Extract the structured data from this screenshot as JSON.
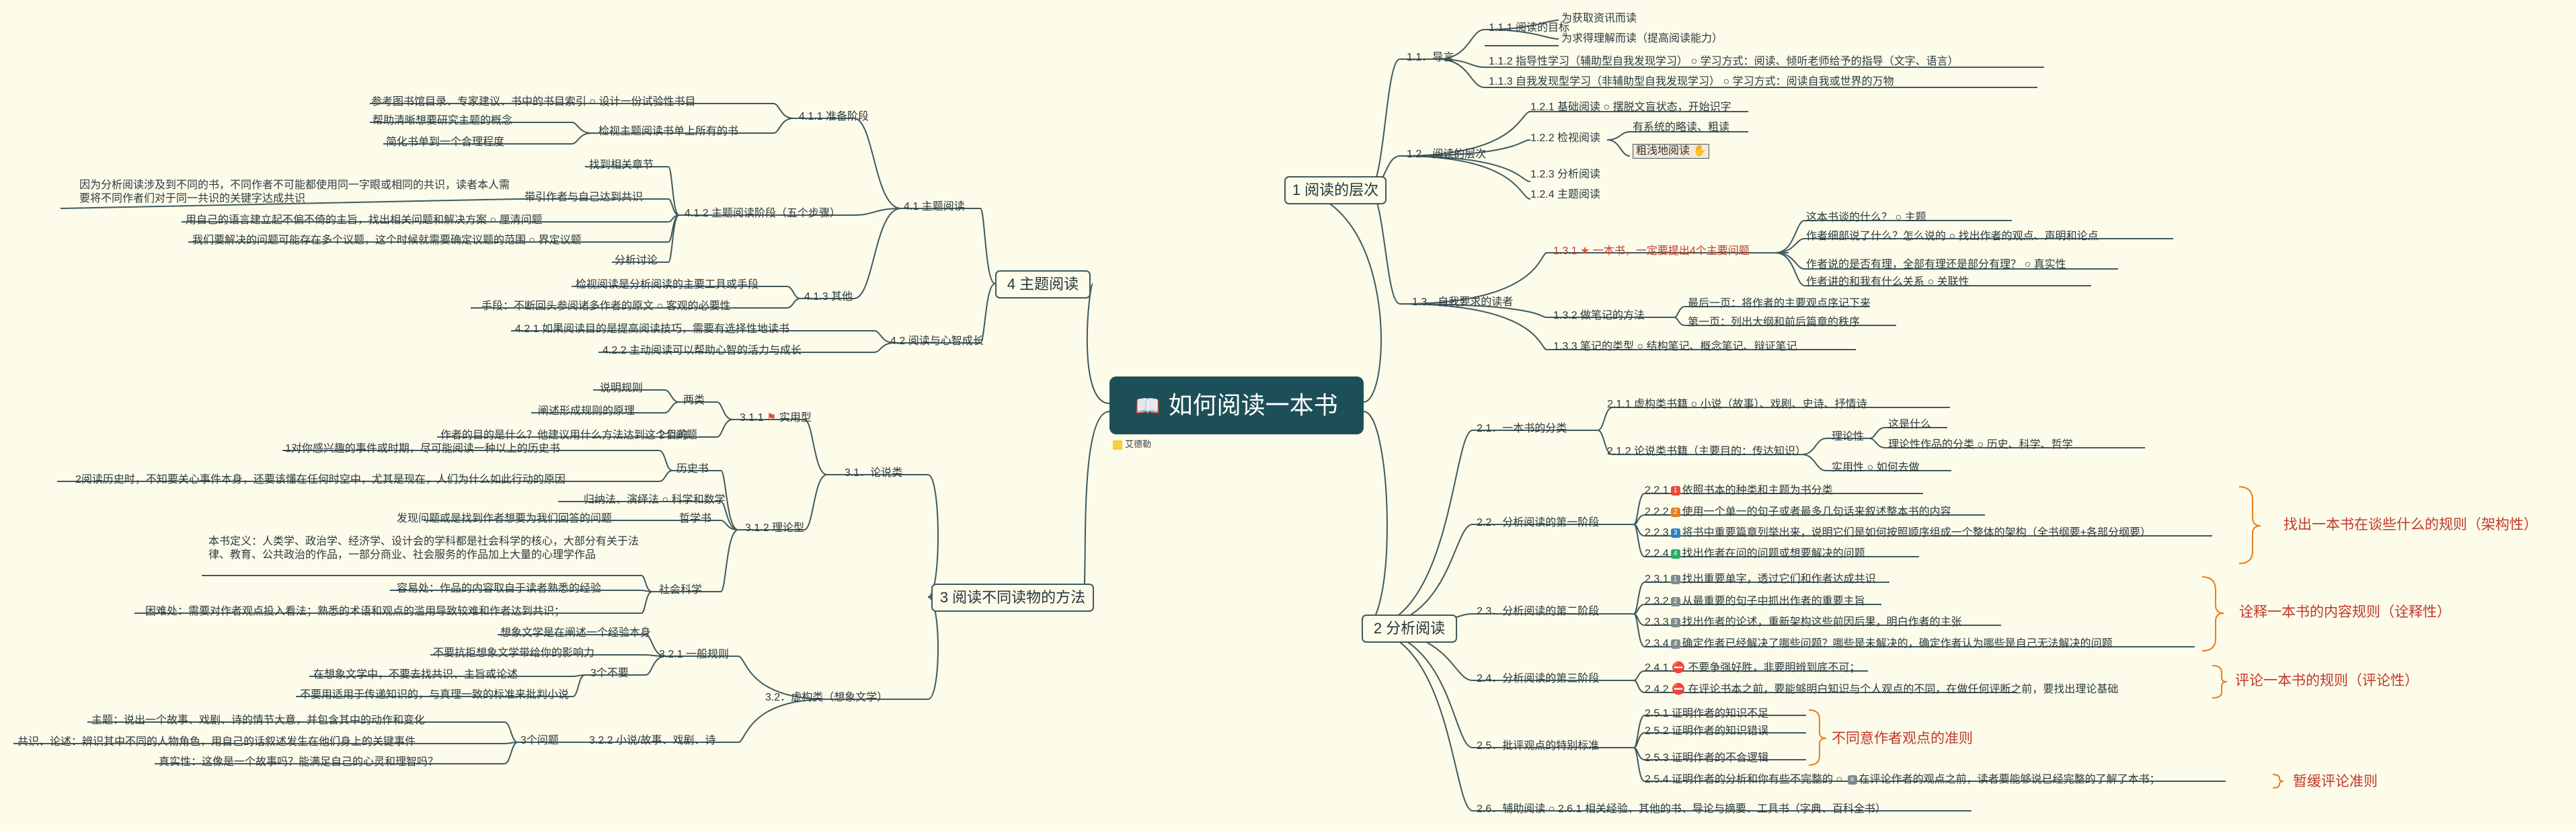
{
  "title": "如何阅读一本书",
  "sticker": "艾德勒",
  "b1": {
    "label": "1 阅读的层次",
    "n11": "1.1．导言",
    "n111": "1.1.1 阅读的目标",
    "n111a": "为获取资讯而读",
    "n111b": "为求得理解而读（提高阅读能力）",
    "n112": "1.1.2 指导性学习（辅助型自我发现学习）",
    "n112n": "学习方式：阅读、倾听老师给予的指导（文字、语言）",
    "n113": "1.1.3 自我发现型学习（非辅助型自我发现学习）",
    "n113n": "学习方式：阅读自我或世界的万物",
    "n12": "1.2．阅读的层次",
    "n121": "1.2.1 基础阅读",
    "n121n": "摆脱文盲状态，开始识字",
    "n122": "1.2.2 检视阅读",
    "n122a": "有系统的略读、粗读",
    "n122b": "粗浅地阅读",
    "n123": "1.2.3 分析阅读",
    "n124": "1.2.4 主题阅读",
    "n13": "1.3．自我要求的读者",
    "n131": "1.3.1",
    "n131t": "一本书，一定要提出4个主要问题",
    "q1": "这本书谈的什么？",
    "q1n": "主题",
    "q2": "作者细部说了什么？怎么说的",
    "q2n": "找出作者的观点、声明和论点",
    "q3": "作者说的是否有理，全部有理还是部分有理？",
    "q3n": "真实性",
    "q4": "作者讲的和我有什么关系",
    "q4n": "关联性",
    "n132": "1.3.2 做笔记的方法",
    "n132a": "最后一页：将作者的主要观点序记下来",
    "n132b": "第一页：列出大纲和前后篇章的秩序",
    "n133": "1.3.3 笔记的类型",
    "n133n": "结构笔记、概念笔记、辩证笔记"
  },
  "b2": {
    "label": "2 分析阅读",
    "n21": "2.1．一本书的分类",
    "n211": "2.1.1 虚构类书籍",
    "n211n": "小说（故事）、戏剧、史诗、抒情诗",
    "n212": "2.1.2 论说类书籍（主要目的：传达知识）",
    "th": "理论性",
    "th1": "这是什么",
    "th2": "理论性作品的分类",
    "th2n": "历史、科学、哲学",
    "pr": "实用性",
    "pr1": "如何去做",
    "n22": "2.2．分析阅读的第一阶段",
    "n221": "2.2.1",
    "n221t": "依照书本的种类和主题为书分类",
    "n222": "2.2.2",
    "n222t": "使用一个单一的句子或者最多几句话来叙述整本书的内容",
    "n223": "2.2.3",
    "n223t": "将书中重要篇章列举出来，说明它们是如何按照顺序组成一个整体的架构（全书纲要+各部分纲要）",
    "n224": "2.2.4",
    "n224t": "找出作者在问的问题或想要解决的问题",
    "s22": "找出一本书在谈些什么的规则（架构性）",
    "n23": "2.3．分析阅读的第二阶段",
    "n231": "2.3.1",
    "n231t": "找出重要单字，透过它们和作者达成共识",
    "n232": "2.3.2",
    "n232t": "从最重要的句子中抓出作者的重要主旨",
    "n233": "2.3.3",
    "n233t": "找出作者的论述，重新架构这些前因后果，明白作者的主张",
    "n234": "2.3.4",
    "n234t": "确定作者已经解决了哪些问题？哪些是未解决的，确定作者认为哪些是自己无法解决的问题",
    "s23": "诠释一本书的内容规则（诠释性）",
    "n24": "2.4．分析阅读的第三阶段",
    "n241": "2.4.1",
    "n241t": "不要争强好胜，非要明辨到底不可；",
    "n242": "2.4.2",
    "n242t": "在评论书本之前，要能够明白知识与个人观点的不同，在做任何评断之前，要找出理论基础",
    "s24": "评论一本书的规则（评论性）",
    "n25": "2.5．批评观点的特别标准",
    "n251": "2.5.1 证明作者的知识不足",
    "n252": "2.5.2 证明作者的知识错误",
    "n253": "2.5.3 证明作者的不合逻辑",
    "s25": "不同意作者观点的准则",
    "n254": "2.5.4 证明作者的分析和你有些不完整的",
    "n254t": "在评论作者的观点之前，读者要能够说已经完整的了解了本书；",
    "s254": "暂缓评论准则",
    "n26": "2.6．辅助阅读",
    "n261": "2.6.1 相关经验、其他的书、导论与摘要、工具书（字典、百科全书）"
  },
  "b3": {
    "label": "3 阅读不同读物的方法",
    "n31": "3.1．论说类",
    "n311": "3.1.1",
    "n311t": "实用型",
    "n311a": "两类",
    "n311a1": "说明规则",
    "n311a2": "阐述形成规则的原理",
    "n311b": "2个问题",
    "n311bt": "作者的目的是什么？他建议用什么方法达到这个目的",
    "n312": "3.1.2 理论型",
    "hist": "历史书",
    "hist1": "1对你感兴趣的事件或时期，尽可能阅读一种以上的历史书",
    "hist2": "2阅读历史时，不知要关心事件本身，还要该懂在任何时空中，尤其是现在，人们为什么如此行动的原因",
    "sci": "科学和数学",
    "scit": "归纳法、演绎法",
    "phil": "哲学书",
    "philt": "发现问题或是找到作者想要为我们回答的问题",
    "soc": "社会科学",
    "soc1": "本书定义：人类学、政治学、经济学、设计会的学科都是社会科学的核心，大部分有关于法律、教育、公共政治的作品，一部分商业、社会服务的作品加上大量的心理学作品",
    "soc2": "容易处：作品的内容取自于读者熟悉的经验",
    "soc3": "困难处：需要对作者观点投入看法；熟悉的术语和观点的滥用导致较难和作者达到共识；",
    "n32": "3.2．虚构类（想象文学）",
    "n321": "3.2.1 一般规则",
    "n321a": "想象文学是在阐述一个经验本身",
    "n321b": "不要抗拒想象文学带给你的影响力",
    "n321c": "3个不要",
    "n321c1": "在想象文学中，不要去找共识、主旨或论述",
    "n321c2": "不要用适用于传递知识的，与真理一致的标准来批判小说",
    "n322": "3.2.2 小说/故事、戏剧、诗",
    "n322q": "3个问题",
    "n322a": "主题：说出一个故事、戏剧、诗的情节大意，并包含其中的动作和变化",
    "n322b": "共识、论述：辨识其中不同的人物角色，用自己的话叙述发生在他们身上的关键事件",
    "n322c": "真实性：这像是一个故事吗？能满足自己的心灵和理智吗？"
  },
  "b4": {
    "label": "4 主题阅读",
    "n41": "4.1 主题阅读",
    "n411": "4.1.1 准备阶段",
    "n411a": "设计一份试验性书目",
    "n411an": "参考图书馆目录、专家建议、书中的书目索引",
    "n411b": "检视主题阅读书单上所有的书",
    "n411b1": "帮助清晰想要研究主题的概念",
    "n411b2": "简化书单到一个合理程度",
    "n412": "4.1.2 主题阅读阶段（五个步骤）",
    "n412a": "找到相关章节",
    "n412b": "带引作者与自己达到共识",
    "n412bn": "因为分析阅读涉及到不同的书，不同作者不可能都使用同一字眼或相同的共识，读者本人需要将不同作者们对于同一共识的关键字达成共识",
    "n412c": "厘清问题",
    "n412cn": "用自己的语言建立起不偏不倚的主旨，找出相关问题和解决方案",
    "n412d": "界定议题",
    "n412dn": "我们要解决的问题可能存在多个议题，这个时候就需要确定议题的范围",
    "n412e": "分析讨论",
    "n413": "4.1.3 其他",
    "n413a": "检视阅读是分析阅读的主要工具或手段",
    "n413b": "客观的必要性",
    "n413bn": "手段：不断回头参阅诸多作者的原文",
    "n42": "4.2 阅读与心智成长",
    "n421": "4.2.1 如果阅读目的是提高阅读技巧，需要有选择性地读书",
    "n422": "4.2.2 主动阅读可以帮助心智的活力与成长"
  }
}
